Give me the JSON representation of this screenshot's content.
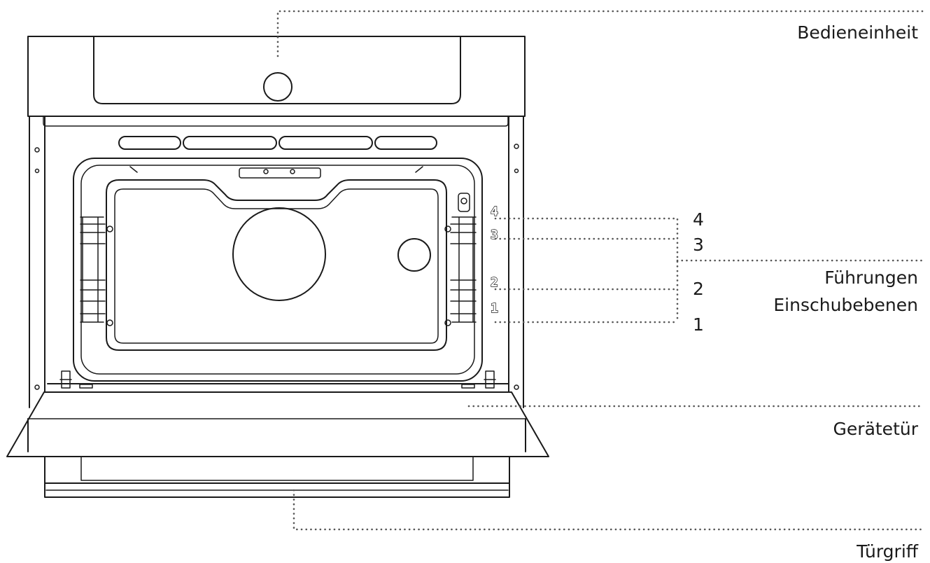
{
  "labels": {
    "control_unit": "Bedieneinheit",
    "rails_line1": "Führungen",
    "rails_line2": "Einschubebenen",
    "door": "Gerätetür",
    "handle": "Türgriff"
  },
  "shelf_levels": [
    "4",
    "3",
    "2",
    "1"
  ],
  "shelf_marks": [
    "4",
    "3",
    "2",
    "1"
  ]
}
